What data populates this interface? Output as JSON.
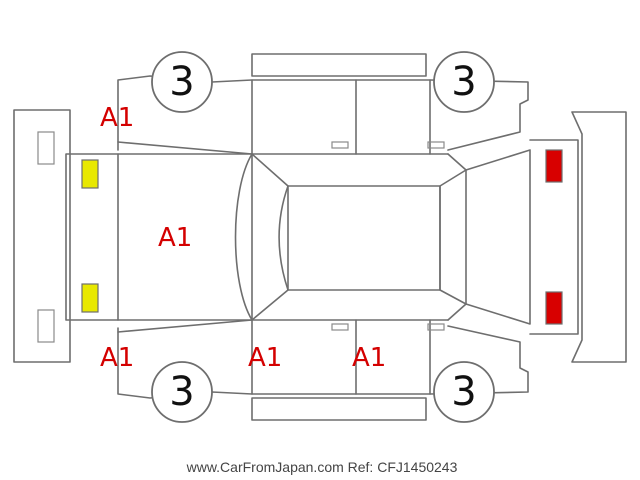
{
  "tires": {
    "front_left": "3",
    "rear_left": "3",
    "front_right": "3",
    "rear_right": "3"
  },
  "damage_marks": {
    "front_left_fender": "A1",
    "hood": "A1",
    "front_right_fender": "A1",
    "right_front_door": "A1",
    "right_rear_door": "A1"
  },
  "watermark": "www.CarFromJapan.com Ref: CFJ1450243",
  "colors": {
    "outline": "#6e6e6e",
    "damage_text": "#d40000",
    "headlight": "#e8e800",
    "taillight": "#d80000"
  }
}
